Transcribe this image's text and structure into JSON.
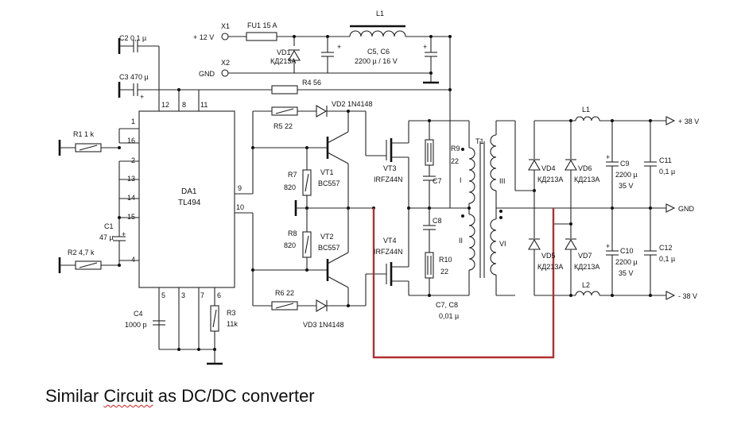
{
  "labels": {
    "c2": "C2 0,1 µ",
    "c3": "C3 470 µ",
    "x1": "X1",
    "v12": "+ 12 V",
    "x2": "X2",
    "gnd_in": "GND",
    "fu1": "FU1 15 A",
    "vd1a": "VD1",
    "vd1b": "КД213А",
    "l1": "L1",
    "c56a": "C5, C6",
    "c56b": "2200 µ / 16 V",
    "r4": "R4 56",
    "r5": "R5 22",
    "vd2": "VD2 1N4148",
    "r1": "R1 1 k",
    "r7a": "R7",
    "r7b": "820",
    "vt1a": "VT1",
    "vt1b": "BC557",
    "vt3a": "VT3",
    "vt3b": "IRFZ44N",
    "r9a": "R9",
    "r9b": "22",
    "c7": "C7",
    "t1": "T1",
    "w1": "I",
    "w2": "II",
    "w3": "III",
    "w6": "VI",
    "da1": "DA1",
    "tl494": "TL494",
    "p12": "12",
    "p8": "8",
    "p11": "11",
    "p1": "1",
    "p16": "16",
    "p2": "2",
    "p13": "13",
    "p14": "14",
    "p15": "15",
    "p4": "4",
    "p9": "9",
    "p10": "10",
    "p5": "5",
    "p3": "3",
    "p7": "7",
    "p6": "6",
    "c1a": "C1",
    "c1b": "47 µ",
    "r2": "R2 4,7 k",
    "r8a": "R8",
    "r8b": "820",
    "vt2a": "VT2",
    "vt2b": "BC557",
    "vt4a": "VT4",
    "vt4b": "IRFZ44N",
    "c8": "C8",
    "r10a": "R10",
    "r10b": "22",
    "r6": "R6 22",
    "vd3": "VD3 1N4148",
    "c78a": "C7, C8",
    "c78b": "0,01 µ",
    "c4a": "C4",
    "c4b": "1000 p",
    "r3a": "R3",
    "r3b": "11k",
    "l1out": "L1",
    "l2out": "L2",
    "vd4": "VD4",
    "vd6": "VD6",
    "vd46t": "КД213А",
    "vd46t2": "КД213А",
    "c9a": "C9",
    "c9b": "2200 µ",
    "c9c": "35 V",
    "c11a": "C11",
    "c11b": "0,1 µ",
    "vd5": "VD5",
    "vd7": "VD7",
    "vd57t": "КД213А",
    "vd57t2": "КД213А",
    "c10a": "C10",
    "c10b": "2200 µ",
    "c10c": "35 V",
    "c12a": "C12",
    "c12b": "0,1 µ",
    "out_p38": "+ 38 V",
    "out_gnd": "GND",
    "out_m38": "- 38 V",
    "plus": "+"
  },
  "caption": {
    "prefix": "Similar ",
    "underlined": "Circuit",
    "suffix": " as DC/DC converter"
  },
  "colors": {
    "annotation": "#b03030",
    "ink": "#222222"
  }
}
